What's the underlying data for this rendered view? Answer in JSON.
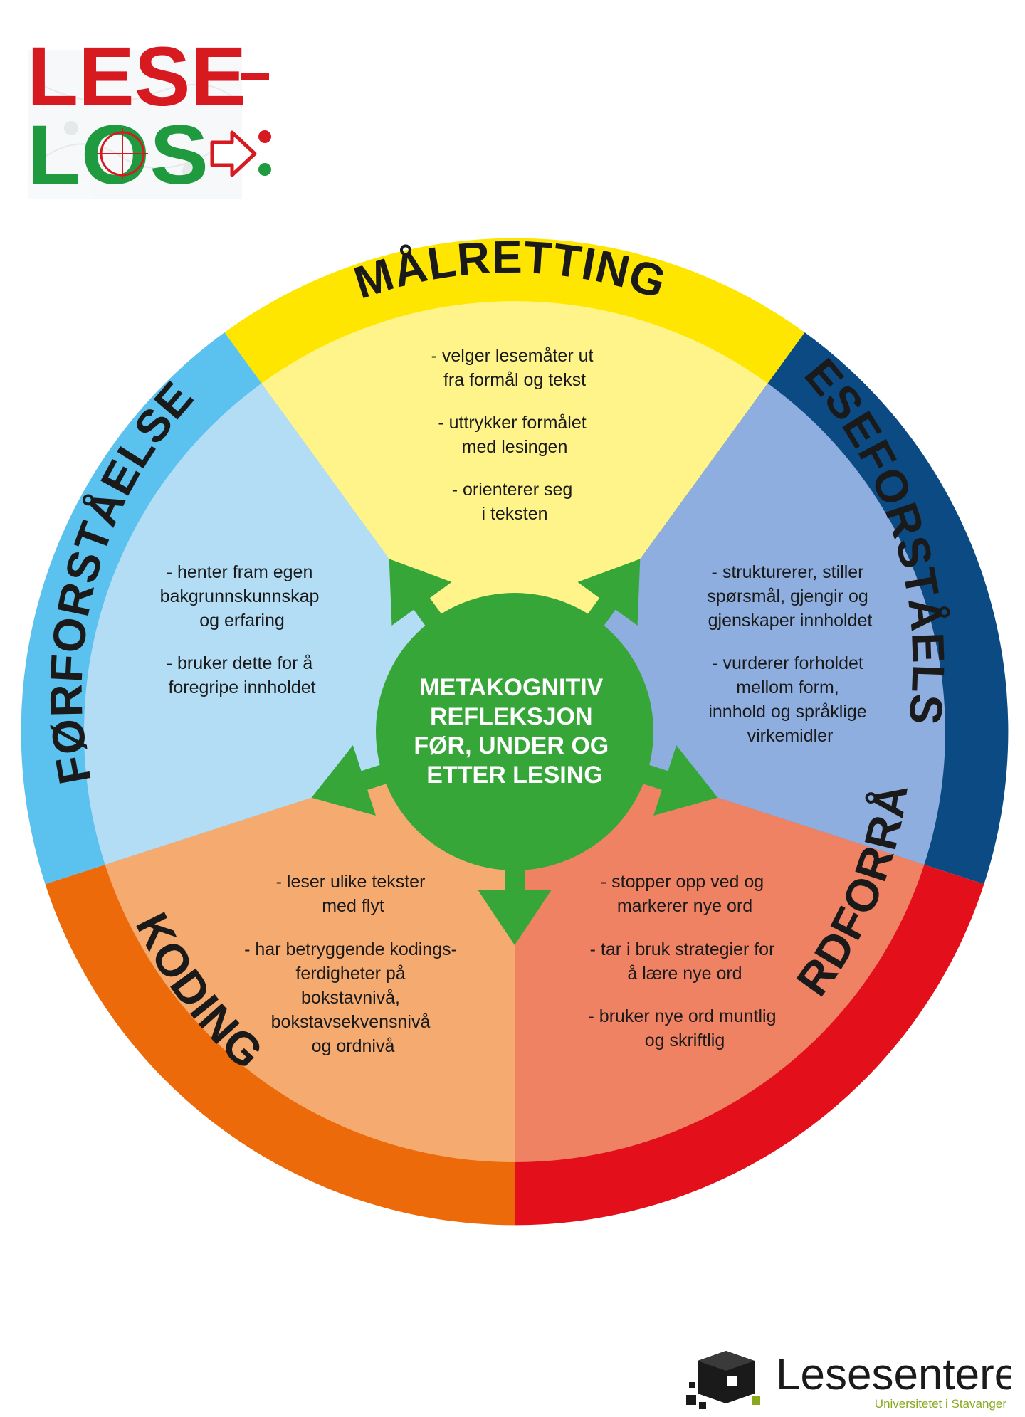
{
  "logo": {
    "line1": "LESE",
    "line2": "LOS",
    "colors": {
      "red": "#d71920",
      "green": "#1f9a3e"
    }
  },
  "center": {
    "lines": [
      "METAKOGNITIV",
      "REFLEKSJON",
      "FØR, UNDER OG",
      "ETTER LESING"
    ],
    "color": "#37a639"
  },
  "segments": {
    "malretting": {
      "label": "MÅLRETTING",
      "ring_color": "#ffe600",
      "fill_color": "#fff48a",
      "items": [
        [
          "- velger lesemåter ut",
          "fra formål og tekst"
        ],
        [
          "- uttrykker formålet",
          "med lesingen"
        ],
        [
          "- orienterer seg",
          "i teksten"
        ]
      ]
    },
    "leseforstaelse": {
      "label": "LESEFORSTÅELSE",
      "ring_color": "#0b4a82",
      "fill_color": "#8eaedf",
      "items": [
        [
          "- strukturerer, stiller",
          "spørsmål, gjengir og",
          "gjenskaper innholdet"
        ],
        [
          "- vurderer forholdet",
          "mellom form,",
          "innhold og språklige",
          "virkemidler"
        ]
      ]
    },
    "ordforrad": {
      "label": "ORDFORRÅD",
      "ring_color": "#e3101b",
      "fill_color": "#f08264",
      "items": [
        [
          "- stopper opp ved og",
          "markerer nye ord"
        ],
        [
          "- tar i bruk strategier for",
          "å lære nye ord"
        ],
        [
          "- bruker nye ord muntlig",
          "og skriftlig"
        ]
      ]
    },
    "koding": {
      "label": "KODING",
      "ring_color": "#ec6a0a",
      "fill_color": "#f5ab70",
      "items": [
        [
          "- leser ulike tekster",
          "med flyt"
        ],
        [
          "- har betryggende kodings-",
          "ferdigheter på",
          "bokstavnivå,",
          "bokstavsekvensnivå",
          "og ordnivå"
        ]
      ]
    },
    "forforstaelse": {
      "label": "FØRFORSTÅELSE",
      "ring_color": "#5bc1ef",
      "fill_color": "#b3ddf5",
      "items": [
        [
          "- henter fram egen",
          "bakgrunnskunnskap",
          "og erfaring"
        ],
        [
          "- bruker dette for å",
          "foregripe innholdet"
        ]
      ]
    }
  },
  "brand": {
    "name": "Lesesenteret",
    "subtitle": "Universitetet i Stavanger",
    "accent": "#8aa81e"
  },
  "icons": {
    "logo_arrow": "arrow-right-outline-icon",
    "logo_dots": "colon-dots-icon",
    "logo_compass": "compass-icon",
    "brand_mark": "cube-cluster-icon"
  }
}
